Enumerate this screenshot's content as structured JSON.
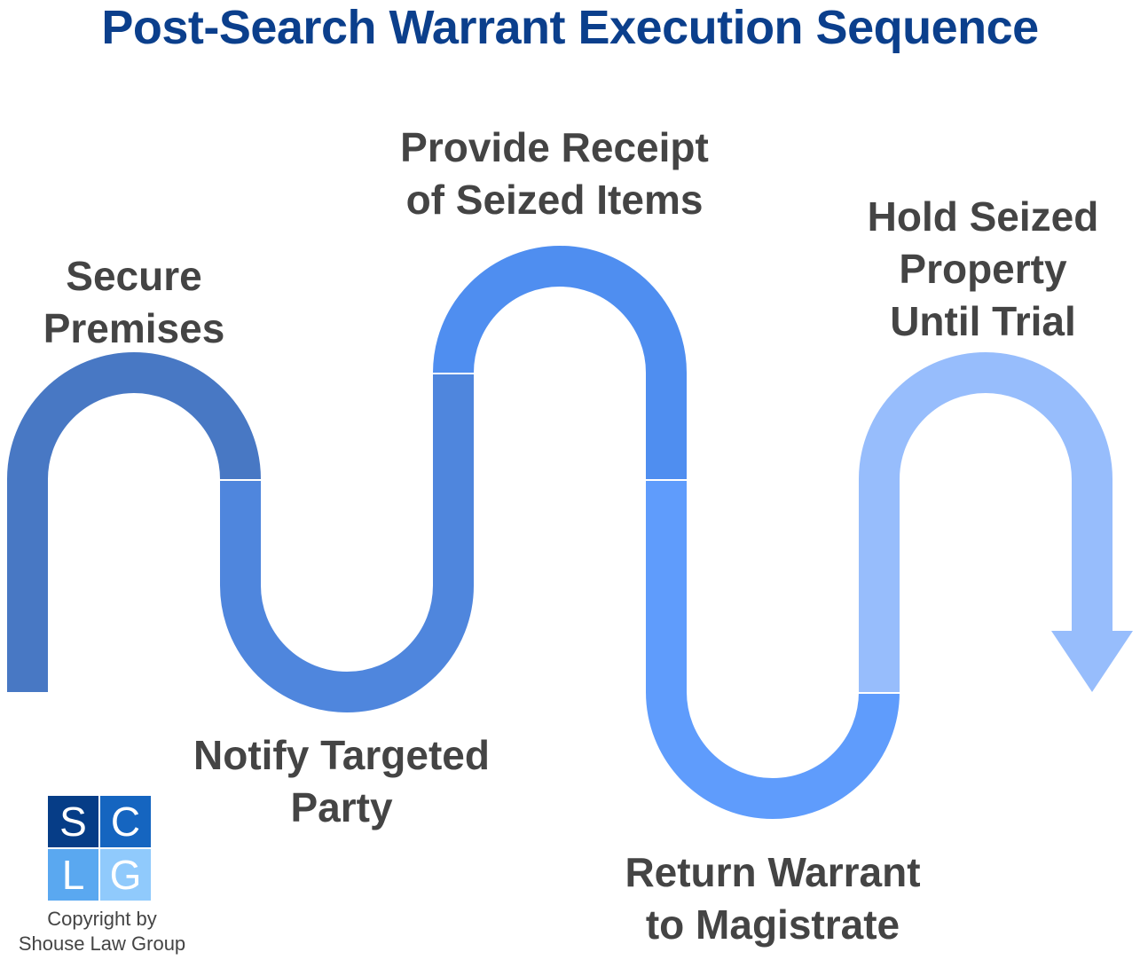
{
  "title": "Post-Search Warrant Execution Sequence",
  "steps": [
    {
      "label": "Secure\nPremises",
      "color": "#4878c4"
    },
    {
      "label": "Notify Targeted\nParty",
      "color": "#4f86dd"
    },
    {
      "label": "Provide Receipt\nof Seized Items",
      "color": "#4f8ef0"
    },
    {
      "label": "Return Warrant\nto Magistrate",
      "color": "#5f9cfc"
    },
    {
      "label": "Hold Seized\nProperty\nUntil Trial",
      "color": "#97bdfc"
    }
  ],
  "logo": {
    "letters": [
      "S",
      "C",
      "L",
      "G"
    ],
    "colors": [
      "#063d87",
      "#1565c0",
      "#5aa8f0",
      "#90cafc"
    ],
    "copyright": "Copyright by\nShouse Law Group"
  }
}
